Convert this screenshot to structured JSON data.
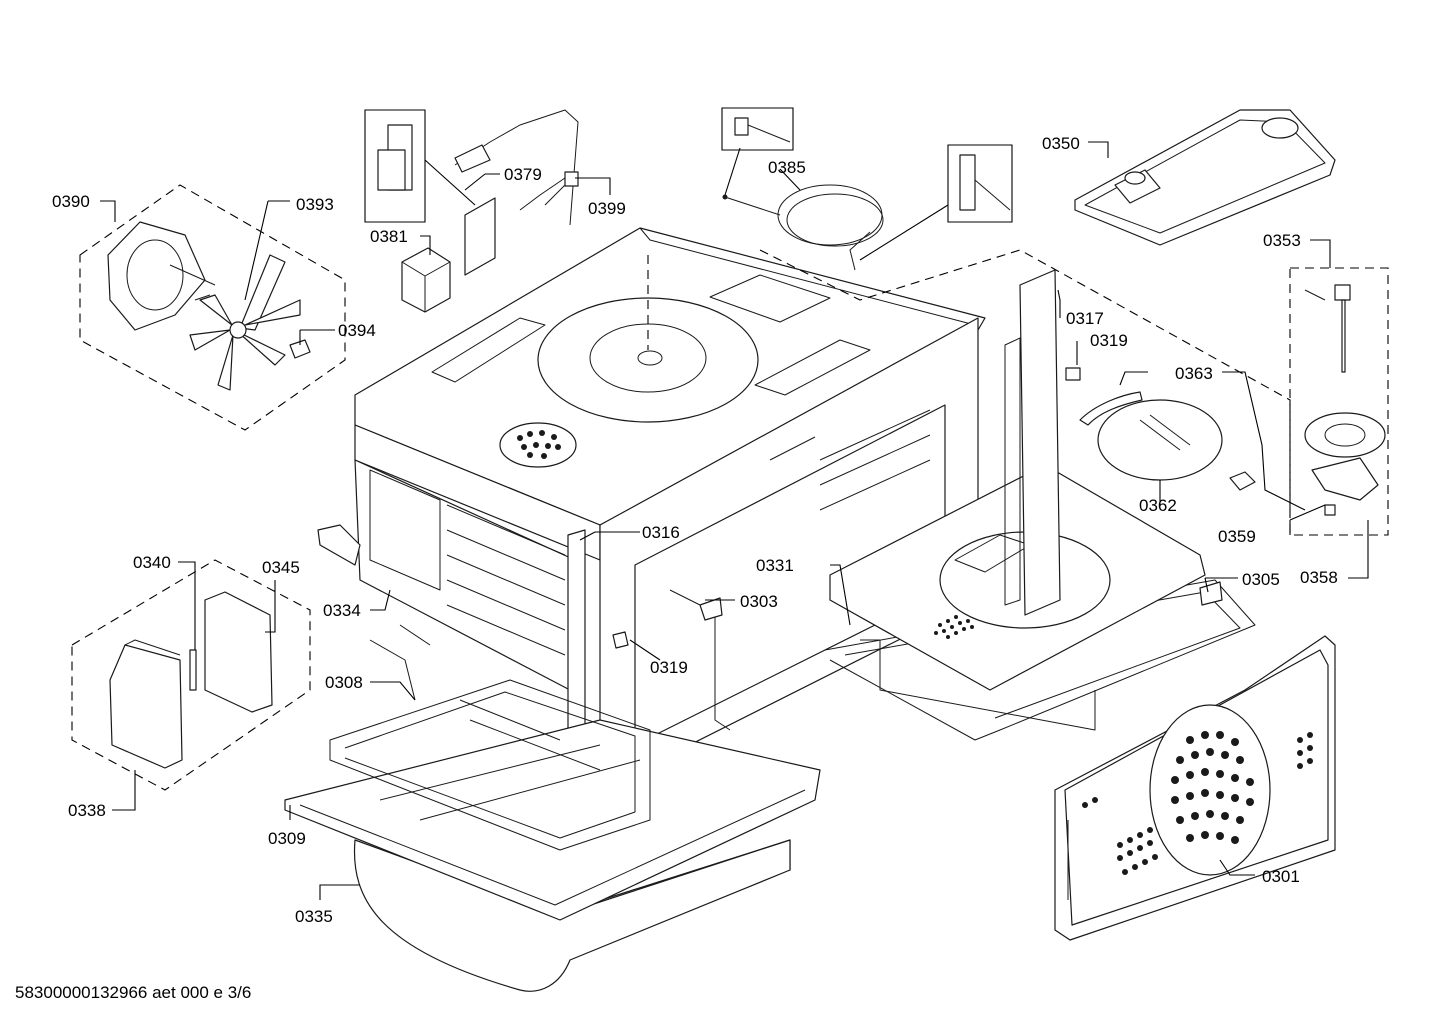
{
  "diagram": {
    "document_code": "58300000132966 aet 000 e 3/6",
    "callouts": {
      "c0301": "0301",
      "c0303": "0303",
      "c0305": "0305",
      "c0308": "0308",
      "c0309": "0309",
      "c0316": "0316",
      "c0317": "0317",
      "c0319a": "0319",
      "c0319b": "0319",
      "c0331": "0331",
      "c0334": "0334",
      "c0335": "0335",
      "c0338": "0338",
      "c0340": "0340",
      "c0345": "0345",
      "c0350": "0350",
      "c0353": "0353",
      "c0358": "0358",
      "c0359": "0359",
      "c0362": "0362",
      "c0363": "0363",
      "c0379": "0379",
      "c0381": "0381",
      "c0385": "0385",
      "c0390": "0390",
      "c0393": "0393",
      "c0394": "0394",
      "c0399": "0399"
    }
  }
}
